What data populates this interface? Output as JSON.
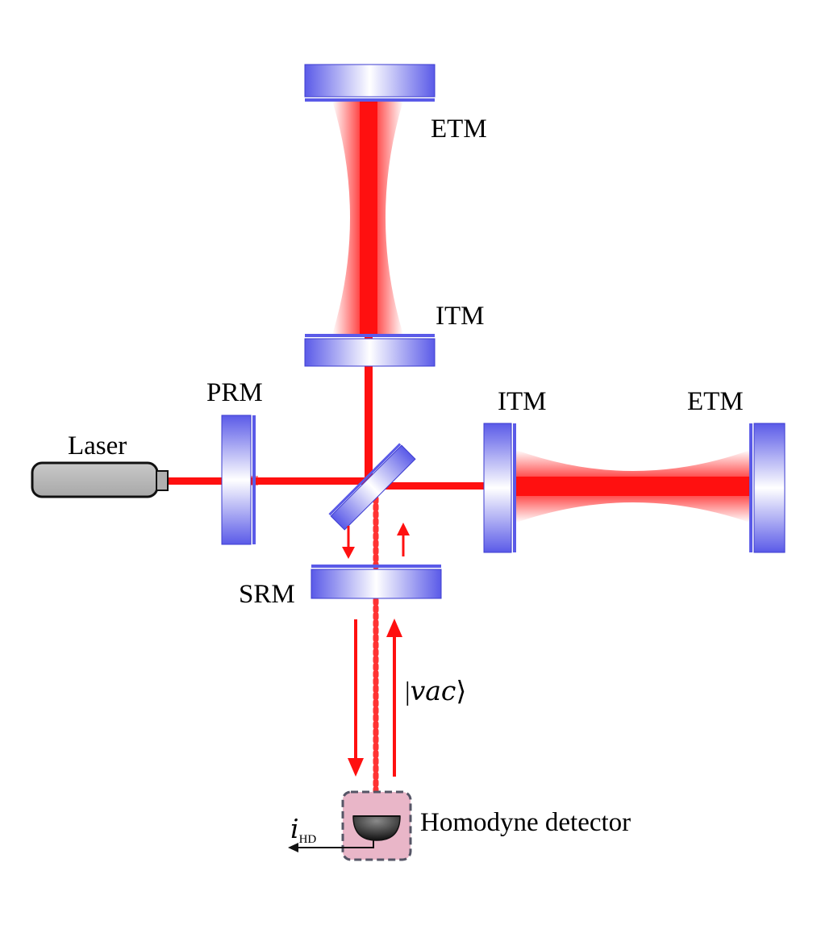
{
  "labels": {
    "etm_y": "ETM",
    "itm_y": "ITM",
    "prm": "PRM",
    "itm_x": "ITM",
    "etm_x": "ETM",
    "laser": "Laser",
    "srm": "SRM",
    "vac_bar_left": "|",
    "vac_italic": "vac",
    "vac_bracket": "⟩",
    "detector": "Homodyne detector",
    "current_main": "i",
    "current_sub": "HD"
  },
  "colors": {
    "beam": "#ff1010",
    "mirror_edge": "#5a5ae8",
    "mirror_center": "#ffffff",
    "laser_body": "#b3b3b3",
    "detector_box": "#e9b6c8",
    "detector_dome": "#1a1a1a"
  }
}
